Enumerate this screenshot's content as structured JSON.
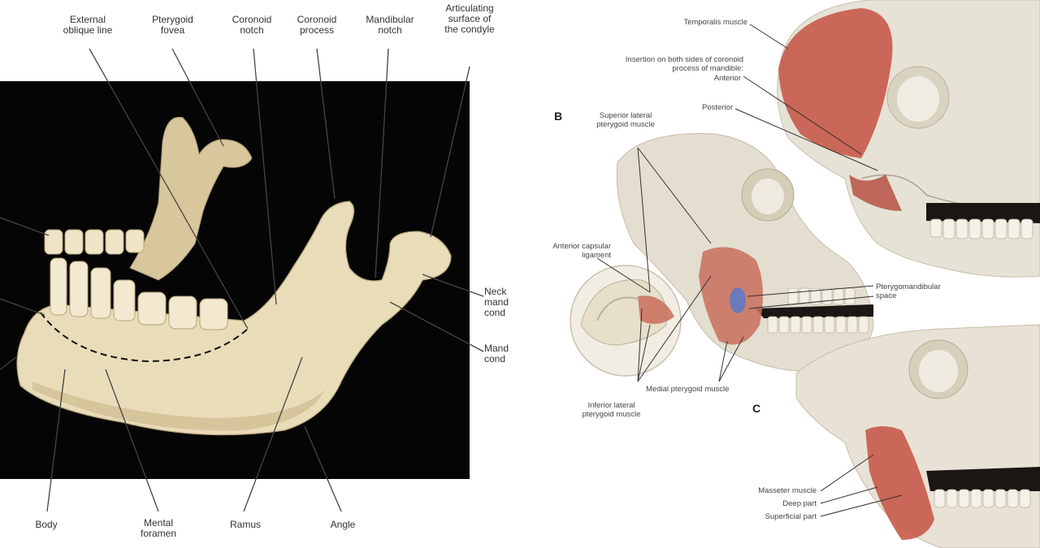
{
  "left_figure": {
    "labels": {
      "external_oblique_line": "External\noblique line",
      "pterygoid_fovea": "Pterygoid\nfovea",
      "coronoid_notch": "Coronoid\nnotch",
      "coronoid_process": "Coronoid\nprocess",
      "mandibular_notch": "Mandibular\nnotch",
      "articulating_surface": "Articulating\nsurface of\nthe condyle",
      "neck": "Neck\nmand\ncond",
      "mandibular_condyle": "Mand\ncond",
      "body": "Body",
      "mental_foramen": "Mental\nforamen",
      "ramus": "Ramus",
      "angle": "Angle"
    }
  },
  "right_figure": {
    "panel_b": "B",
    "panel_c": "C",
    "labels": {
      "temporalis": "Temporalis muscle",
      "insertion": "Insertion on both sides of coronoid\nprocess of mandible:",
      "anterior": "Anterior",
      "posterior": "Posterior",
      "superior_lateral": "Superior lateral\npterygoid muscle",
      "anterior_capsular": "Anterior capsular\nligament",
      "pterygomandibular": "Pterygomandibular\nspace",
      "medial_pterygoid": "Medial pterygoid muscle",
      "inferior_lateral": "Inferior lateral\npterygoid muscle",
      "masseter": "Masseter muscle",
      "deep_part": "Deep part",
      "superficial_part": "Superficial part"
    }
  },
  "colors": {
    "bone": "#e9dcb9",
    "bone_shadow": "#cdbb8e",
    "muscle": "#c85a4a",
    "photo_background": "#050505",
    "leader_line": "#444444"
  }
}
